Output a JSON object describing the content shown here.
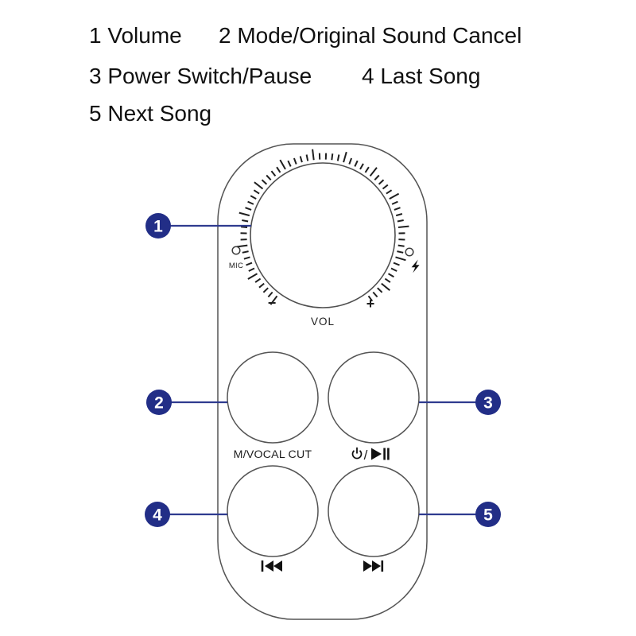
{
  "legend": {
    "items": [
      "1 Volume",
      "2 Mode/Original Sound Cancel",
      "3 Power Switch/Pause",
      "4 Last Song",
      "5 Next Song"
    ]
  },
  "device": {
    "dial": {
      "vol_label": "VOL",
      "minus_label": "−",
      "plus_label": "+",
      "mic_label": "MIC"
    },
    "buttons": {
      "mode_vocal_cut_label": "M/VOCAL CUT",
      "power_play_separator": "/"
    },
    "callouts": [
      "1",
      "2",
      "3",
      "4",
      "5"
    ],
    "icons": {
      "mic_hole": "mic-hole-icon",
      "charge": "lightning-icon",
      "power": "power-icon",
      "play_pause": "play-pause-icon",
      "previous": "previous-track-icon",
      "next": "next-track-icon"
    }
  },
  "colors": {
    "callout_fill": "#222e87",
    "callout_line": "#2f3b8f",
    "outline": "#545454",
    "ink": "#111111"
  }
}
